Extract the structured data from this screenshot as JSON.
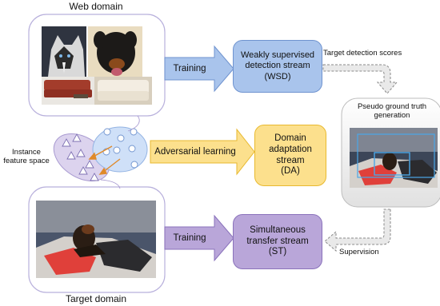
{
  "web_domain": {
    "title": "Web domain"
  },
  "target_domain": {
    "title": "Target  domain"
  },
  "feature_space": {
    "label_line1": "Instance",
    "label_line2": "feature space"
  },
  "streams": {
    "wsd": {
      "line1": "Weakly supervised",
      "line2": "detection stream",
      "line3": "(WSD)"
    },
    "da": {
      "line1": "Domain",
      "line2": "adaptation",
      "line3": "stream",
      "line4": "(DA)"
    },
    "st": {
      "line1": "Simultaneous",
      "line2": "transfer stream",
      "line3": "(ST)"
    }
  },
  "arrows": {
    "training_top": "Training",
    "adversarial": "Adversarial learning",
    "training_bottom": "Training",
    "target_scores": "Target detection scores",
    "supervision": "Supervision"
  },
  "pseudo": {
    "line1": "Pseudo ground truth",
    "line2": "generation"
  },
  "colors": {
    "stream_blue": "#a9c4ec",
    "stream_blue_border": "#6f93cf",
    "stream_yellow": "#fce08d",
    "stream_yellow_border": "#e8b92f",
    "stream_purple": "#b9a6d9",
    "stream_purple_border": "#8a72bb",
    "domain_border": "#b8b0dc",
    "pseudo_panel": "#eaeaea"
  }
}
